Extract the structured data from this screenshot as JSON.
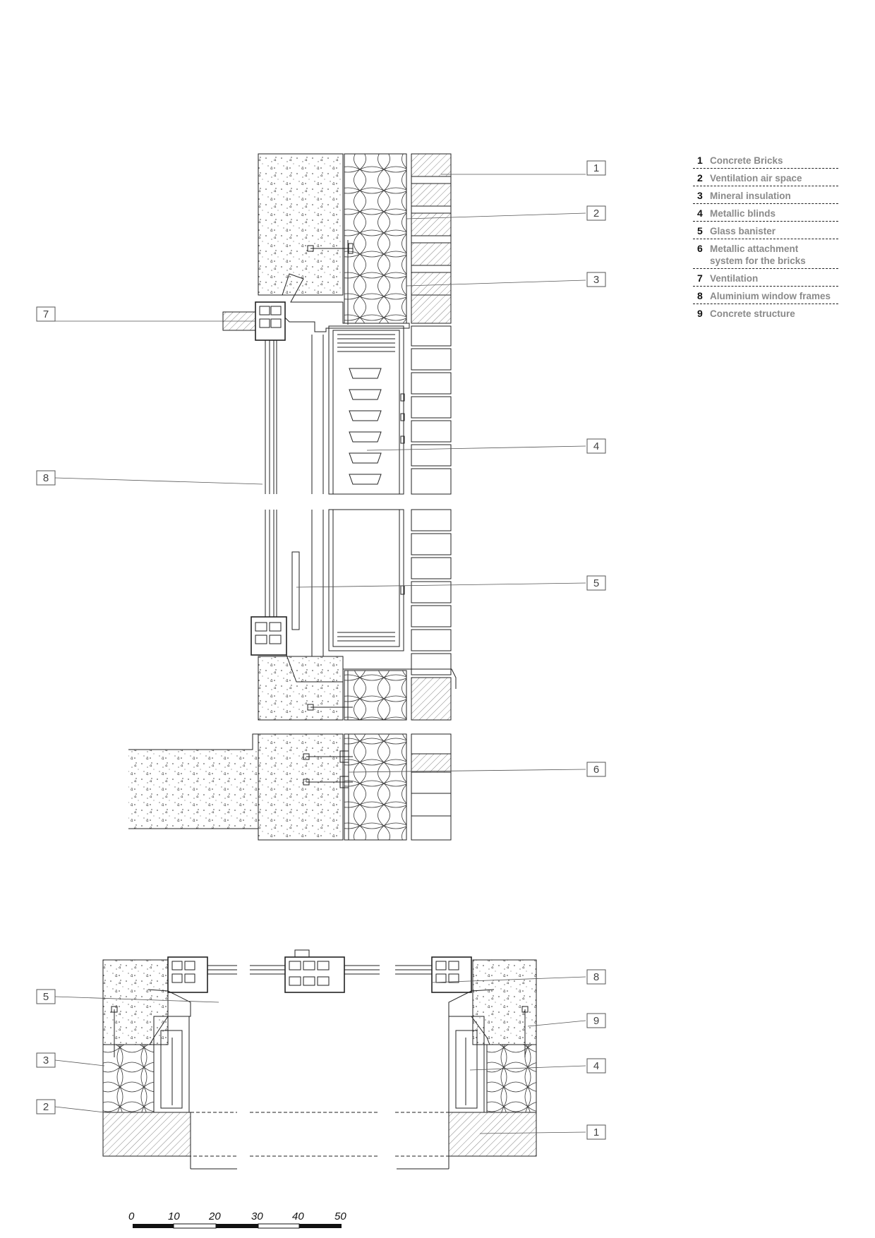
{
  "legend": [
    {
      "num": "1",
      "text": "Concrete Bricks"
    },
    {
      "num": "2",
      "text": "Ventilation air space"
    },
    {
      "num": "3",
      "text": "Mineral insulation"
    },
    {
      "num": "4",
      "text": "Metallic blinds"
    },
    {
      "num": "5",
      "text": "Glass banister"
    },
    {
      "num": "6",
      "text": "Metallic attachment system for the bricks"
    },
    {
      "num": "7",
      "text": "Ventilation"
    },
    {
      "num": "8",
      "text": "Aluminium window frames"
    },
    {
      "num": "9",
      "text": "Concrete structure"
    }
  ],
  "section_tags": [
    "1",
    "2",
    "3",
    "7",
    "4",
    "8",
    "5",
    "6"
  ],
  "plan_tags": [
    "8",
    "5",
    "9",
    "3",
    "4",
    "2",
    "1"
  ],
  "scale": {
    "labels": [
      "0",
      "10",
      "20",
      "30",
      "40",
      "50"
    ]
  },
  "colors": {
    "line": "#222222",
    "tag_border": "#555555",
    "legend_text": "#8a8a8a",
    "hatch": "#555555"
  }
}
